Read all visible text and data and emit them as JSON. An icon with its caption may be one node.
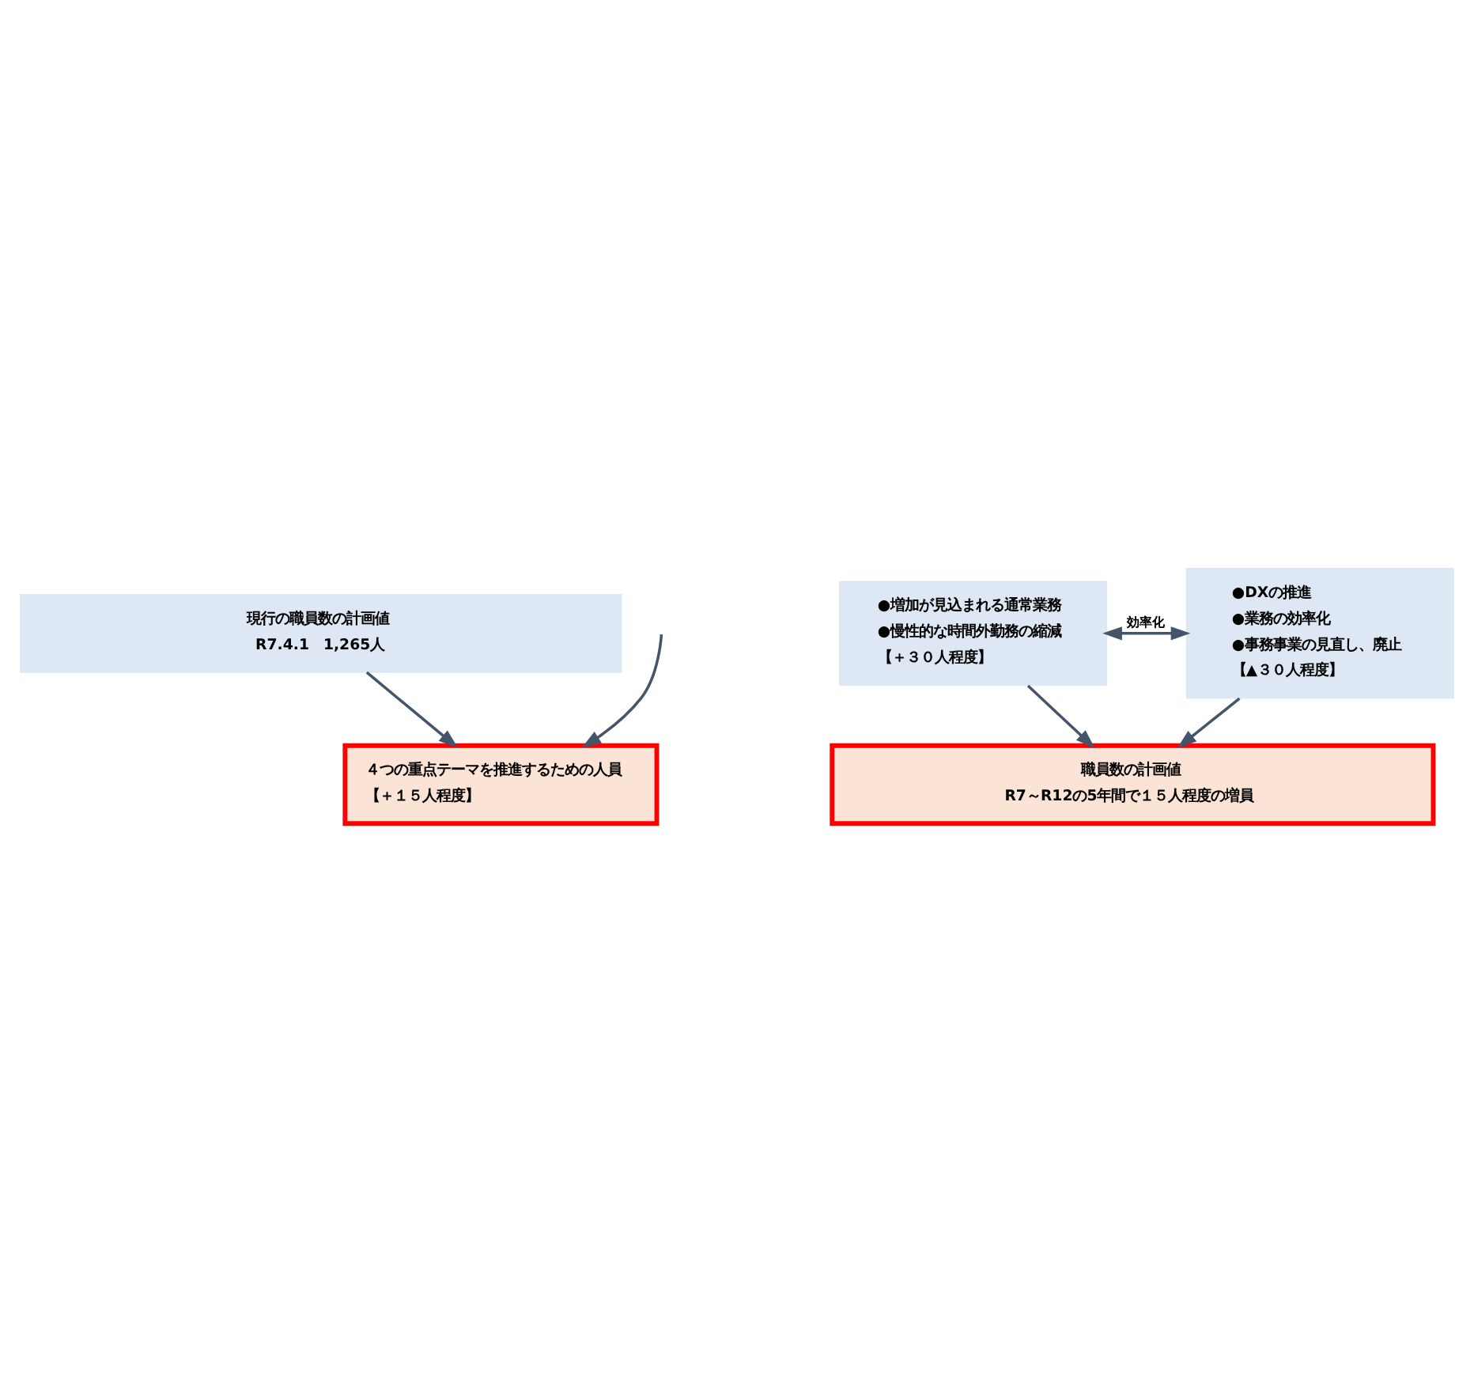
{
  "diagram": {
    "nodes": [
      {
        "text": [
          "現行の職員数の計画値",
          "R7.4.1　1,265人"
        ]
      },
      {
        "text": [
          "４つの重点テーマを推進するための人員",
          "【＋１５人程度】"
        ]
      },
      {
        "text": [
          "●増加が見込まれる通常業務",
          "●慢性的な時間外勤務の縮減",
          "【＋３０人程度】"
        ]
      },
      {
        "text": [
          "●DXの推進",
          "●業務の効率化",
          "●事務事業の見直し、廃止",
          "【▲３０人程度】"
        ]
      },
      {
        "text": [
          "職員数の計画値",
          "R7～R12の5年間で１５人程度の増員"
        ]
      }
    ],
    "edges": [
      {
        "from": null,
        "to": 1,
        "arrow": "to"
      },
      {
        "from": 0,
        "to": 1,
        "arrow": "to"
      },
      {
        "from": 2,
        "to": 3,
        "arrow": "both",
        "label": "効率化"
      },
      {
        "from": 2,
        "to": 4,
        "arrow": "to"
      },
      {
        "from": 3,
        "to": 4,
        "arrow": "to"
      }
    ]
  }
}
